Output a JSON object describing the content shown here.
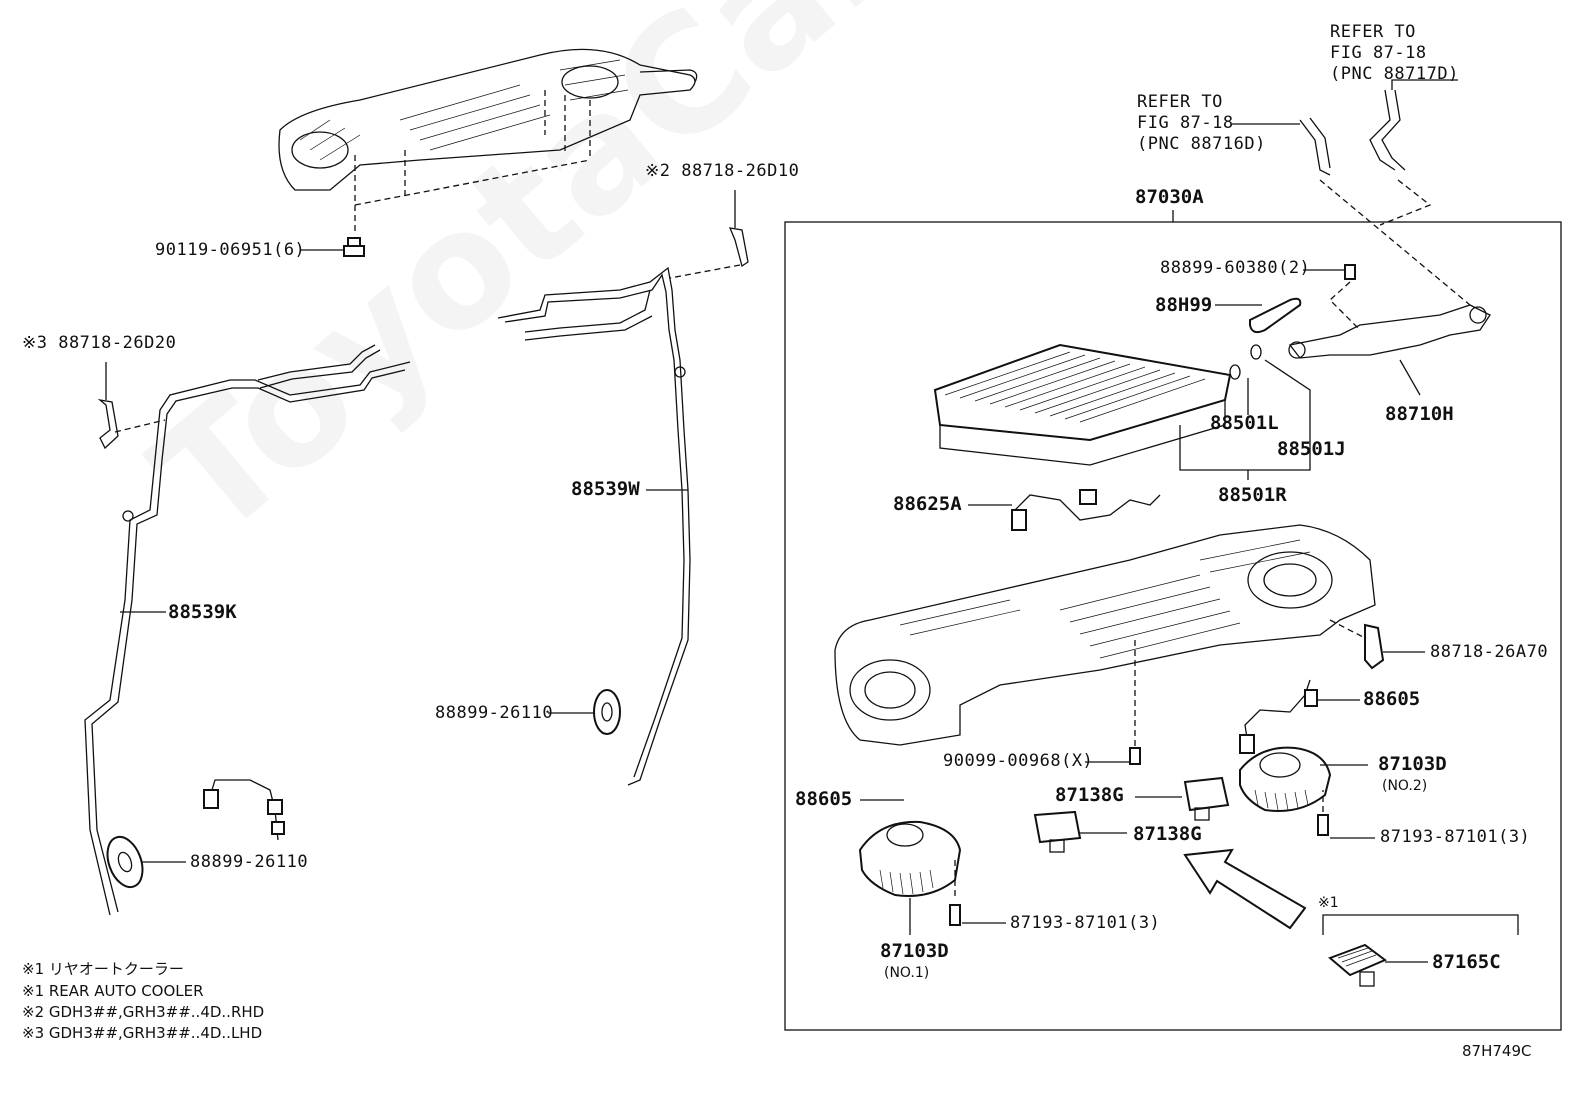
{
  "watermark": "ToyotaCarMine.ru",
  "figure_code": "87H749C",
  "refers": {
    "top": [
      "REFER TO",
      "FIG 87-18",
      "(PNC 88717D)"
    ],
    "mid": [
      "REFER TO",
      "FIG 87-18",
      "(PNC 88716D)"
    ]
  },
  "parts": {
    "p87030A": "87030A",
    "p88899_60380": "88899-60380(2)",
    "p88H99": "88H99",
    "p88710H": "88710H",
    "p88501L": "88501L",
    "p88501J": "88501J",
    "p88501R": "88501R",
    "p88625A": "88625A",
    "p88718_26A70": "88718-26A70",
    "p88605_right": "88605",
    "p90099_00968": "90099-00968(X)",
    "p87103D_2": "87103D",
    "p87103D_2_sub": "(NO.2)",
    "p88605_left": "88605",
    "p87138G_a": "87138G",
    "p87138G_b": "87138G",
    "p87193_right": "87193-87101(3)",
    "p87193_left": "87193-87101(3)",
    "p87103D_1": "87103D",
    "p87103D_1_sub": "(NO.1)",
    "p87165C_mark": "※1",
    "p87165C": "87165C",
    "p90119": "90119-06951(6)",
    "p88718_26D10": "※2 88718-26D10",
    "p88718_26D20": "※3 88718-26D20",
    "p88539W": "88539W",
    "p88539K": "88539K",
    "p88899_26110_a": "88899-26110",
    "p88899_26110_b": "88899-26110"
  },
  "notes": [
    "※1 リヤオートクーラー",
    "※1 REAR AUTO COOLER",
    "※2 GDH3##,GRH3##..4D..RHD",
    "※3 GDH3##,GRH3##..4D..LHD"
  ]
}
